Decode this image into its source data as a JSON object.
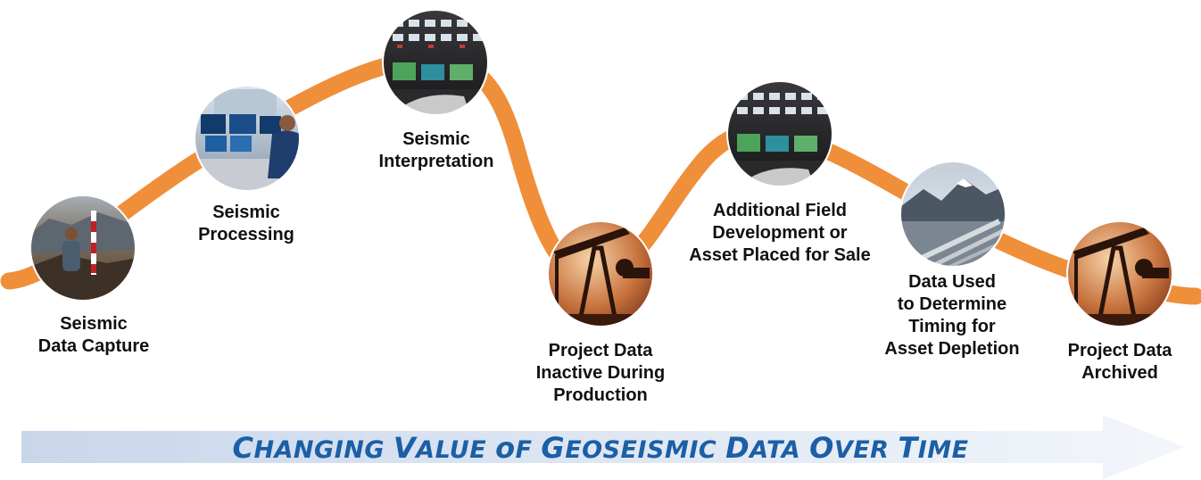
{
  "colors": {
    "curve": "#ef8f3a",
    "arrow_fill_start": "#c9d6ea",
    "arrow_fill_end": "#f3f6fb",
    "banner_text": "#1b5fa6",
    "label_text": "#111111"
  },
  "stages": [
    {
      "lines": [
        "Seismic",
        "Data Capture"
      ],
      "photo": "field-survey-photo-icon"
    },
    {
      "lines": [
        "Seismic",
        "Processing"
      ],
      "photo": "processing-workstation-photo-icon"
    },
    {
      "lines": [
        "Seismic",
        "Interpretation"
      ],
      "photo": "control-room-photo-icon"
    },
    {
      "lines": [
        "Project Data",
        "Inactive During",
        "Production"
      ],
      "photo": "pumpjack-photo-icon"
    },
    {
      "lines": [
        "Additional Field",
        "Development or",
        "Asset Placed for Sale"
      ],
      "photo": "control-room-photo-icon"
    },
    {
      "lines": [
        "Data Used",
        "to Determine",
        "Timing for",
        "Asset Depletion"
      ],
      "photo": "pipeline-mountains-photo-icon"
    },
    {
      "lines": [
        "Project Data",
        "Archived"
      ],
      "photo": "pumpjack-photo-icon"
    }
  ],
  "banner": {
    "words": [
      "Changing",
      "Value",
      "of",
      "Geoseismic",
      "Data",
      "Over",
      "Time"
    ]
  }
}
